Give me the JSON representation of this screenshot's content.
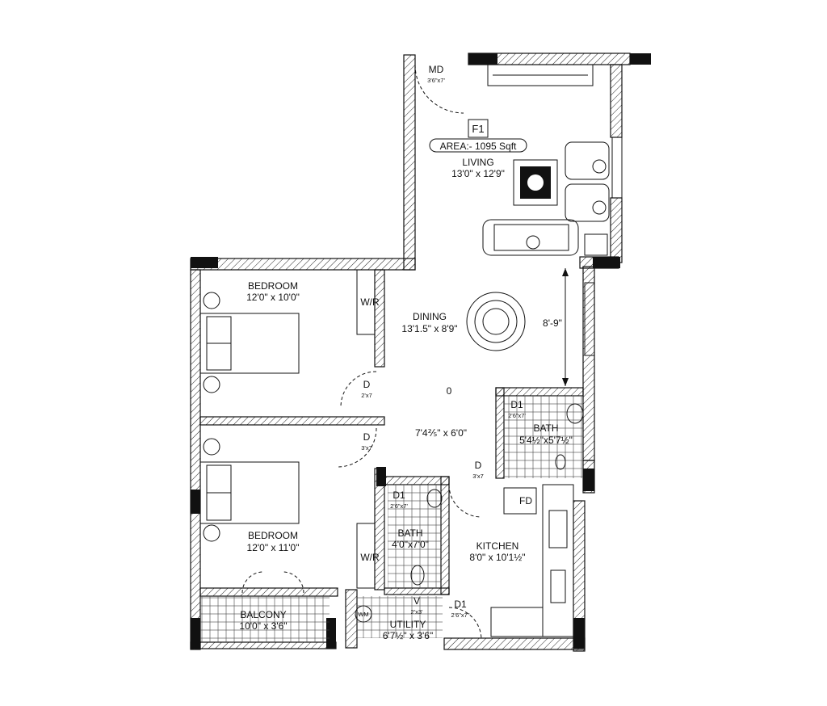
{
  "unit": {
    "flat_id": "F1",
    "area": "AREA:- 1095 Sqft"
  },
  "rooms": {
    "living": {
      "name": "LIVING",
      "size": "13'0\" x 12'9\""
    },
    "dining": {
      "name": "DINING",
      "size": "13'1.5\" x 8'9\""
    },
    "bedroom_top": {
      "name": "BEDROOM",
      "size": "12'0\" x 10'0\""
    },
    "bedroom_bottom": {
      "name": "BEDROOM",
      "size": "12'0\" x 11'0\""
    },
    "passage": {
      "code": "0",
      "size": "7'4⅖\" x 6'0\""
    },
    "bath_right": {
      "name": "BATH",
      "size": "5'4½\"x5'7½\""
    },
    "bath_left": {
      "name": "BATH",
      "size": "4'0\"x7'0\""
    },
    "kitchen": {
      "name": "KITCHEN",
      "size": "8'0\" x 10'1½\""
    },
    "utility": {
      "name": "UTILITY",
      "size": "6'7½\" x 3'6\""
    },
    "balcony": {
      "name": "BALCONY",
      "size": "10'0\" x 3'6\""
    }
  },
  "doors": {
    "main": {
      "code": "MD",
      "size": "3'6\"x7'"
    },
    "bed_top": {
      "code": "D",
      "size": "2'x7"
    },
    "bed_bottom": {
      "code": "D",
      "size": "3'x7"
    },
    "kitchen": {
      "code": "D",
      "size": "3'x7"
    },
    "bath_right": {
      "code": "D1",
      "size": "2'6\"x7'"
    },
    "bath_left": {
      "code": "D1",
      "size": "2'6\"x7'"
    },
    "utility": {
      "code": "D1",
      "size": "2'6\"x7\""
    },
    "utility_vent": {
      "code": "V",
      "size": "2'x3'"
    }
  },
  "fixtures": {
    "wardrobe_top": "W/R",
    "wardrobe_bottom": "W/R",
    "fridge": "FD",
    "washing_machine": "WM"
  },
  "dimensions": {
    "living_wall": "8'-9\""
  }
}
